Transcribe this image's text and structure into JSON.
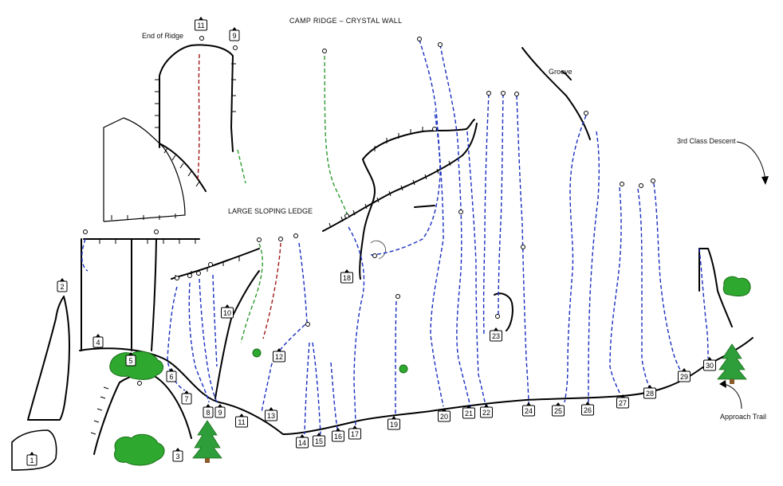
{
  "title": "CAMP RIDGE – CRYSTAL WALL",
  "labels": {
    "end_of_ridge": "End of Ridge",
    "large_sloping_ledge": "LARGE SLOPING LEDGE",
    "groove": "Groove",
    "descent": "3rd Class Descent",
    "approach": "Approach Trail"
  },
  "routes": [
    {
      "n": "1"
    },
    {
      "n": "2"
    },
    {
      "n": "3"
    },
    {
      "n": "4"
    },
    {
      "n": "5"
    },
    {
      "n": "6"
    },
    {
      "n": "7"
    },
    {
      "n": "8"
    },
    {
      "n": "9"
    },
    {
      "n": "10"
    },
    {
      "n": "11"
    },
    {
      "n": "12"
    },
    {
      "n": "13"
    },
    {
      "n": "14"
    },
    {
      "n": "15"
    },
    {
      "n": "16"
    },
    {
      "n": "17"
    },
    {
      "n": "18"
    },
    {
      "n": "19"
    },
    {
      "n": "20"
    },
    {
      "n": "21"
    },
    {
      "n": "22"
    },
    {
      "n": "23"
    },
    {
      "n": "24"
    },
    {
      "n": "25"
    },
    {
      "n": "26"
    },
    {
      "n": "27"
    },
    {
      "n": "28"
    },
    {
      "n": "29"
    },
    {
      "n": "30"
    },
    {
      "n": "11"
    },
    {
      "n": "9"
    }
  ],
  "colors": {
    "blue": "#1a2fbf",
    "green": "#2f9a2f",
    "red": "#a01818",
    "rock": "#000000"
  }
}
